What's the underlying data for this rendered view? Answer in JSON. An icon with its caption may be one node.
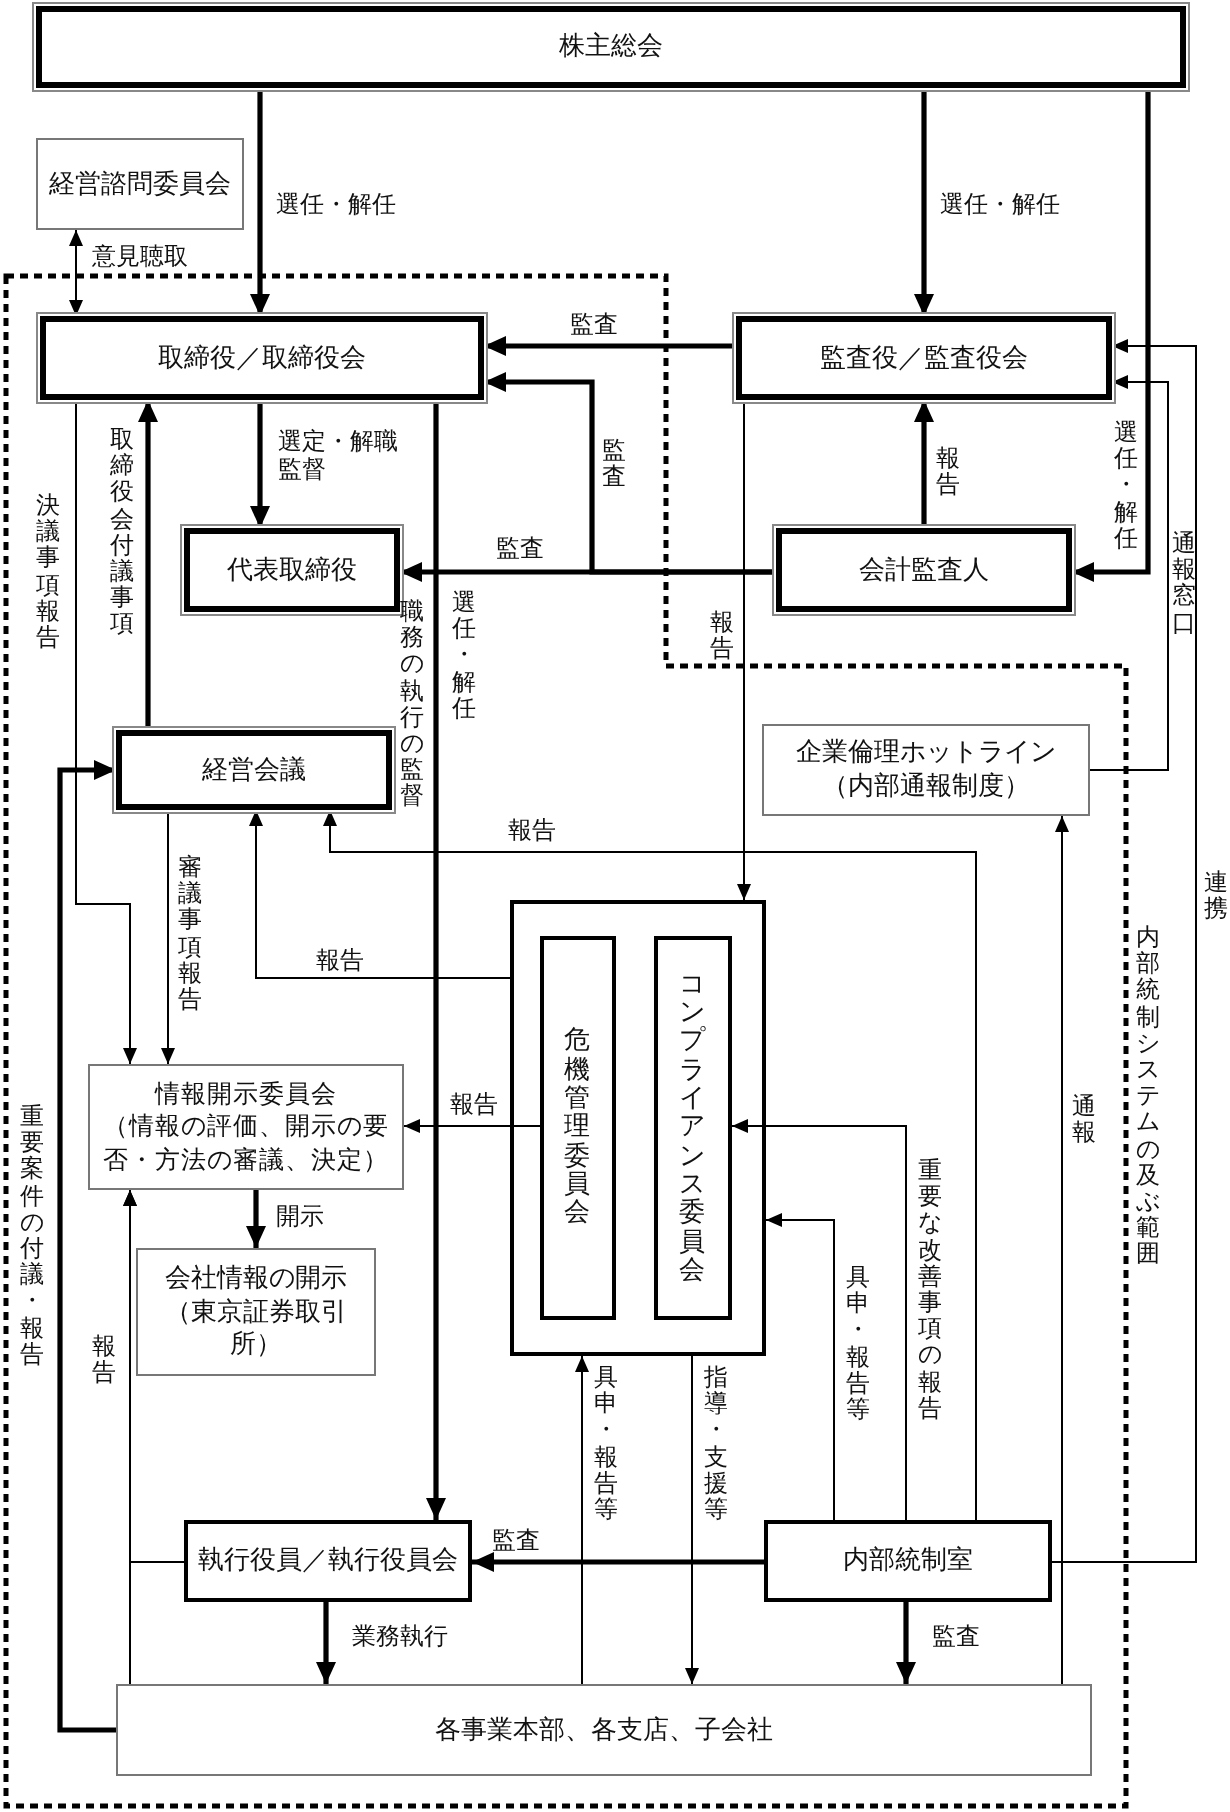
{
  "diagram": {
    "nodes": [
      {
        "text": [
          "株主総会"
        ]
      },
      {
        "text": [
          "経営諮問委員会"
        ]
      },
      {
        "text": [
          "取締役／取締役会"
        ]
      },
      {
        "text": [
          "監査役／監査役会"
        ]
      },
      {
        "text": [
          "代表取締役"
        ]
      },
      {
        "text": [
          "会計監査人"
        ]
      },
      {
        "text": [
          "経営会議"
        ]
      },
      {
        "text": [
          "企業倫理ホットライン",
          "（内部通報制度）"
        ]
      },
      {
        "text": [],
        "shape": "box"
      },
      {
        "text": [
          "危機管理委員会"
        ],
        "in": 8
      },
      {
        "text": [
          "コンプライアンス委員会"
        ],
        "in": 8
      },
      {
        "text": [
          "情報開示委員会",
          "（情報の評価、開示の要否・方法の審議、決定）"
        ]
      },
      {
        "text": [
          "会社情報の開示",
          "（東京証券取引所）"
        ]
      },
      {
        "text": [
          "執行役員／執行役員会"
        ]
      },
      {
        "text": [
          "内部統制室"
        ]
      },
      {
        "text": [
          "各事業本部、各支店、子会社"
        ]
      }
    ],
    "edges": [
      {
        "from": 0,
        "to": 2,
        "arrow": "to",
        "label": "選任・解任",
        "style": "thick"
      },
      {
        "from": 0,
        "to": 3,
        "arrow": "to",
        "label": "選任・解任",
        "style": "thick"
      },
      {
        "from": 0,
        "to": 5,
        "arrow": "to",
        "label": "選任・解任",
        "style": "thick"
      },
      {
        "from": 1,
        "to": 2,
        "arrow": "both",
        "label": "意見聴取"
      },
      {
        "from": 3,
        "to": 2,
        "arrow": "to",
        "label": "監査",
        "style": "thick"
      },
      {
        "from": 5,
        "to": 4,
        "arrow": "to",
        "label": "監査",
        "style": "thick"
      },
      {
        "from": 5,
        "to": 2,
        "arrow": "to",
        "label": "監査",
        "style": "thick"
      },
      {
        "from": 2,
        "to": 4,
        "arrow": "to",
        "label": "選定・解職監督",
        "style": "thick"
      },
      {
        "from": 5,
        "to": 3,
        "arrow": "to",
        "label": "報告",
        "style": "thick"
      },
      {
        "from": 6,
        "to": 2,
        "arrow": "to",
        "label": "取締役会付議事項",
        "style": "thick"
      },
      {
        "from": 2,
        "to": 11,
        "arrow": "to",
        "label": "決議事項報告"
      },
      {
        "from": 6,
        "to": 11,
        "arrow": "to",
        "label": "審議事項報告"
      },
      {
        "from": 2,
        "to": 13,
        "arrow": "to",
        "label": "職務の執行の監督",
        "style": "thick"
      },
      {
        "from": 3,
        "to": 8,
        "arrow": "to",
        "label": "報告"
      },
      {
        "from": 8,
        "to": 6,
        "arrow": "to",
        "label": "報告"
      },
      {
        "from": 14,
        "to": 6,
        "arrow": "to",
        "label": "報告"
      },
      {
        "from": 14,
        "to": 10,
        "arrow": "to",
        "label": "重要な改善事項の報告"
      },
      {
        "from": 14,
        "to": 8,
        "arrow": "to",
        "label": "具申・報告等"
      },
      {
        "from": 15,
        "to": 8,
        "arrow": "to",
        "label": "具申・報告等"
      },
      {
        "from": 8,
        "to": 15,
        "arrow": "to",
        "label": "指導・支援等"
      },
      {
        "from": 9,
        "to": 11,
        "arrow": "to",
        "label": "報告"
      },
      {
        "from": 15,
        "to": 11,
        "arrow": "to",
        "label": "報告"
      },
      {
        "from": 13,
        "to": 11,
        "arrow": "to"
      },
      {
        "from": 15,
        "to": 6,
        "arrow": "to",
        "label": "重要案件の付議・報告",
        "style": "thick"
      },
      {
        "from": 11,
        "to": 12,
        "arrow": "to",
        "label": "開示",
        "style": "thick"
      },
      {
        "from": 13,
        "to": 15,
        "arrow": "to",
        "label": "業務執行",
        "style": "thick"
      },
      {
        "from": 14,
        "to": 13,
        "arrow": "to",
        "label": "監査",
        "style": "thick"
      },
      {
        "from": 14,
        "to": 15,
        "arrow": "to",
        "label": "監査",
        "style": "thick"
      },
      {
        "from": 15,
        "to": 7,
        "arrow": "to",
        "label": "通報"
      },
      {
        "from": 7,
        "to": 3,
        "arrow": "to",
        "label": "通報窓口"
      },
      {
        "from": 14,
        "to": 3,
        "arrow": "to",
        "label": "連携"
      }
    ],
    "labels": [
      "選任・解任",
      "内部統制システムの及ぶ範囲"
    ]
  }
}
